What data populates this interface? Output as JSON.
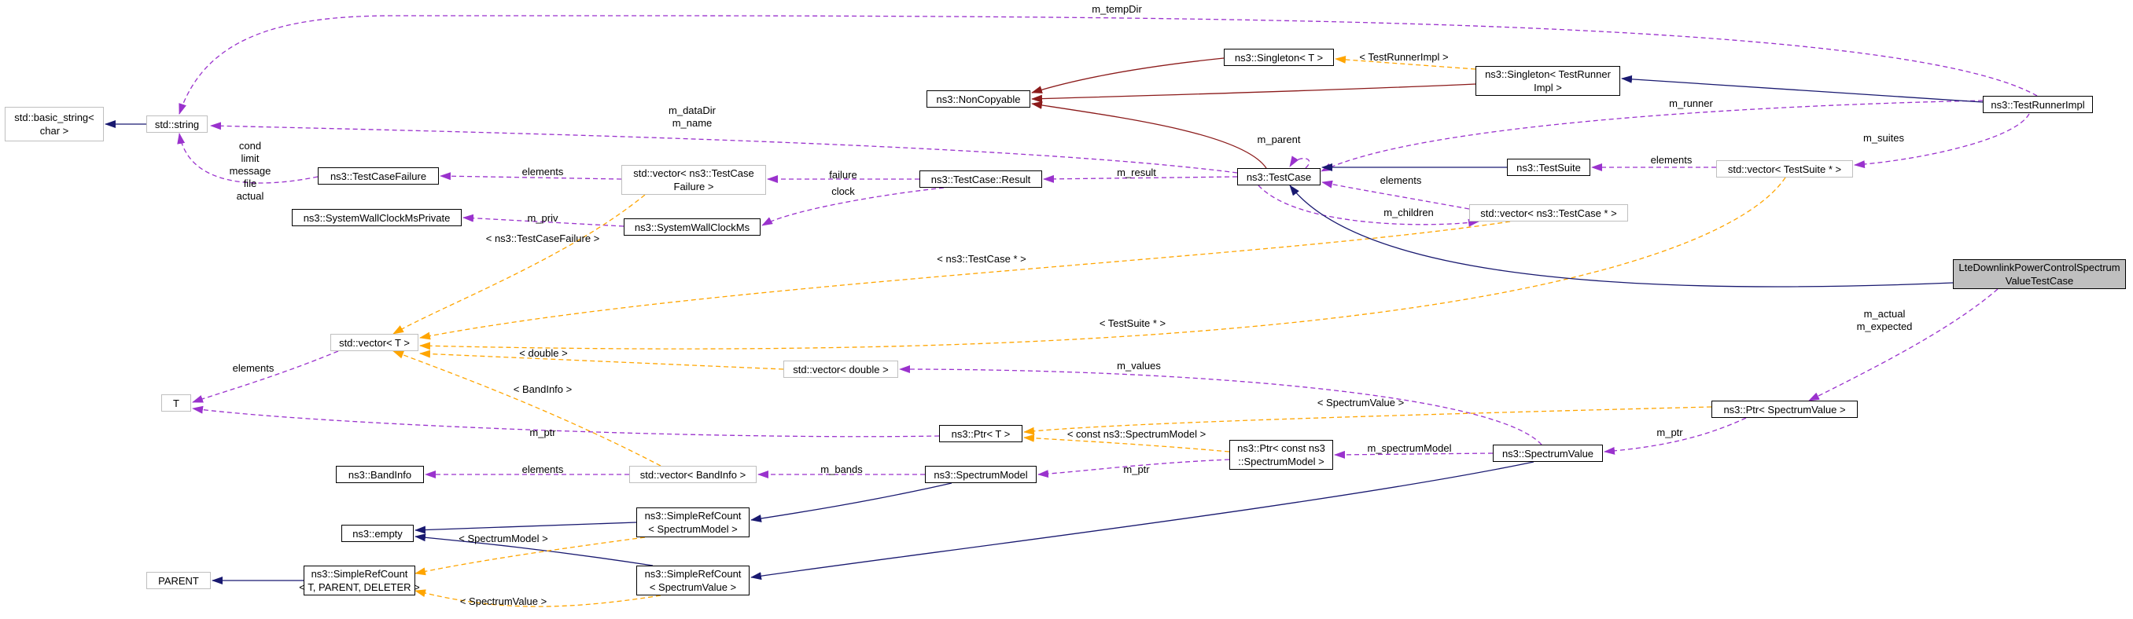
{
  "colors": {
    "inherit": "#191970",
    "usage": "#9a32cd",
    "template": "#ffa500",
    "private": "#8b1a1a",
    "grey_border": "#bfbfbf",
    "current_fill": "#bfbfbf"
  },
  "nodes": {
    "basic_string": [
      "std::basic_string<",
      "char >"
    ],
    "string": [
      "std::string"
    ],
    "T": [
      "T"
    ],
    "vector_T": [
      "std::vector< T >"
    ],
    "BandInfo": [
      "ns3::BandInfo"
    ],
    "empty": [
      "ns3::empty"
    ],
    "PARENT": [
      "PARENT"
    ],
    "SRC_T": [
      "ns3::SimpleRefCount",
      "< T, PARENT, DELETER >"
    ],
    "TestCaseFailure": [
      "ns3::TestCaseFailure"
    ],
    "SysWallPriv": [
      "ns3::SystemWallClockMsPrivate"
    ],
    "vec_TCF": [
      "std::vector< ns3::TestCase",
      "Failure >"
    ],
    "SysWall": [
      "ns3::SystemWallClockMs"
    ],
    "vec_double": [
      "std::vector< double >"
    ],
    "vec_BandInfo": [
      "std::vector< BandInfo >"
    ],
    "SRC_SM": [
      "ns3::SimpleRefCount",
      "< SpectrumModel >"
    ],
    "SRC_SV": [
      "ns3::SimpleRefCount",
      "< SpectrumValue >"
    ],
    "NonCopyable": [
      "ns3::NonCopyable"
    ],
    "Result": [
      "ns3::TestCase::Result"
    ],
    "Ptr_T": [
      "ns3::Ptr< T >"
    ],
    "SpectrumModel": [
      "ns3::SpectrumModel"
    ],
    "Singleton_T": [
      "ns3::Singleton< T >"
    ],
    "TestCase": [
      "ns3::TestCase"
    ],
    "Ptr_constSM": [
      "ns3::Ptr< const ns3",
      "::SpectrumModel >"
    ],
    "Singleton_TRI": [
      "ns3::Singleton< TestRunner",
      "Impl >"
    ],
    "TestSuite": [
      "ns3::TestSuite"
    ],
    "vec_TestCase": [
      "std::vector< ns3::TestCase * >"
    ],
    "SpectrumValue": [
      "ns3::SpectrumValue"
    ],
    "Ptr_SV": [
      "ns3::Ptr< SpectrumValue >"
    ],
    "vec_TestSuite": [
      "std::vector< TestSuite * >"
    ],
    "TestRunnerImpl": [
      "ns3::TestRunnerImpl"
    ],
    "LteTest": [
      "LteDownlinkPowerControlSpectrum",
      "ValueTestCase"
    ]
  },
  "edge_labels": {
    "m_tempDir": [
      "m_tempDir"
    ],
    "m_dataDir": [
      "m_dataDir",
      "m_name"
    ],
    "m_runner": [
      "m_runner"
    ],
    "m_suites": [
      "m_suites"
    ],
    "m_parent": [
      "m_parent"
    ],
    "tri_arg": [
      "< TestRunnerImpl >"
    ],
    "cond": [
      "cond",
      "limit",
      "message",
      "file",
      "actual"
    ],
    "elements_tcf": [
      "elements"
    ],
    "failure": [
      "failure"
    ],
    "clock": [
      "clock"
    ],
    "m_result": [
      "m_result"
    ],
    "elements_ts": [
      "elements"
    ],
    "elements_tc": [
      "elements"
    ],
    "m_children": [
      "m_children"
    ],
    "m_priv": [
      "m_priv"
    ],
    "arg_tcf": [
      "< ns3::TestCaseFailure >"
    ],
    "arg_tc": [
      "< ns3::TestCase * >"
    ],
    "arg_ts": [
      "< TestSuite * >"
    ],
    "elements_T": [
      "elements"
    ],
    "arg_double": [
      "< double >"
    ],
    "m_values": [
      "m_values"
    ],
    "m_actual": [
      "m_actual",
      "m_expected"
    ],
    "arg_bandinfo": [
      "< BandInfo >"
    ],
    "arg_sv": [
      "< SpectrumValue >"
    ],
    "m_ptr_T": [
      "m_ptr"
    ],
    "arg_constsm": [
      "< const ns3::SpectrumModel >"
    ],
    "m_ptr_sv": [
      "m_ptr"
    ],
    "m_spectrumModel": [
      "m_spectrumModel"
    ],
    "m_ptr_sm": [
      "m_ptr"
    ],
    "elements_bi": [
      "elements"
    ],
    "m_bands": [
      "m_bands"
    ],
    "arg_sm_src": [
      "< SpectrumModel >"
    ],
    "arg_sv_src": [
      "< SpectrumValue >"
    ]
  }
}
